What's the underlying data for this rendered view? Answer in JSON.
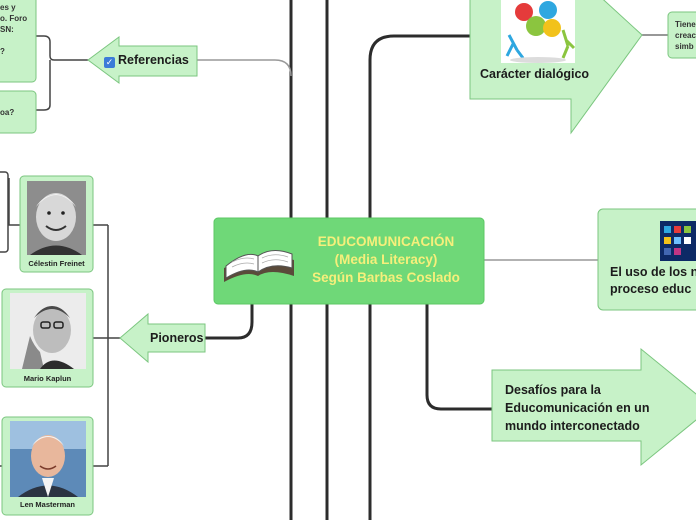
{
  "central": {
    "line1": "EDUCOMUNICACIÓN",
    "line2": "(Media Literacy)",
    "line3": "Según Barbas Coslado",
    "icon": "open-book-icon"
  },
  "referencias": {
    "label": "Referencias",
    "checked": true
  },
  "referencias_notes": {
    "note1_lines": [
      "es y",
      "o. Foro",
      "SN:",
      "?"
    ],
    "note2_text": "oa?"
  },
  "pioneros": {
    "label": "Pioneros"
  },
  "pioneers": [
    {
      "name": "Célestin Freinet"
    },
    {
      "name": "Mario Kaplun"
    },
    {
      "name": "Len Masterman"
    }
  ],
  "dialogico": {
    "label": "Carácter dialógico",
    "icon": "puzzle-people-icon"
  },
  "dialogico_note": {
    "lines": [
      "Tiene",
      "creac",
      "simb"
    ]
  },
  "uso": {
    "line1": "El uso de los n",
    "line2": "proceso educ",
    "icon": "tablet-apps-icon"
  },
  "desafios": {
    "line1": "Desafíos para la",
    "line2": "Educomunicación en un",
    "line3": "mundo interconectado"
  },
  "colors": {
    "node_fill": "#c7f2c8",
    "node_stroke": "#7bc67f",
    "central_fill": "#6fd878",
    "central_text": "#f6ef7b",
    "connector": "#2c2c2c"
  }
}
